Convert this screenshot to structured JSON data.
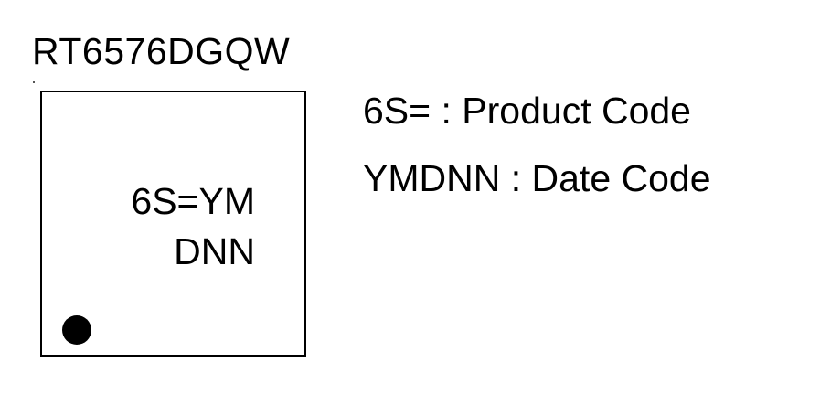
{
  "part_number": "RT6576DGQW",
  "package": {
    "marking_line1": "6S=YM",
    "marking_line2": "DNN"
  },
  "legend": [
    {
      "code": "6S= ",
      "separator": ": ",
      "meaning": "Product Code"
    },
    {
      "code": "YMDNN ",
      "separator": ": ",
      "meaning": "Date Code"
    }
  ]
}
